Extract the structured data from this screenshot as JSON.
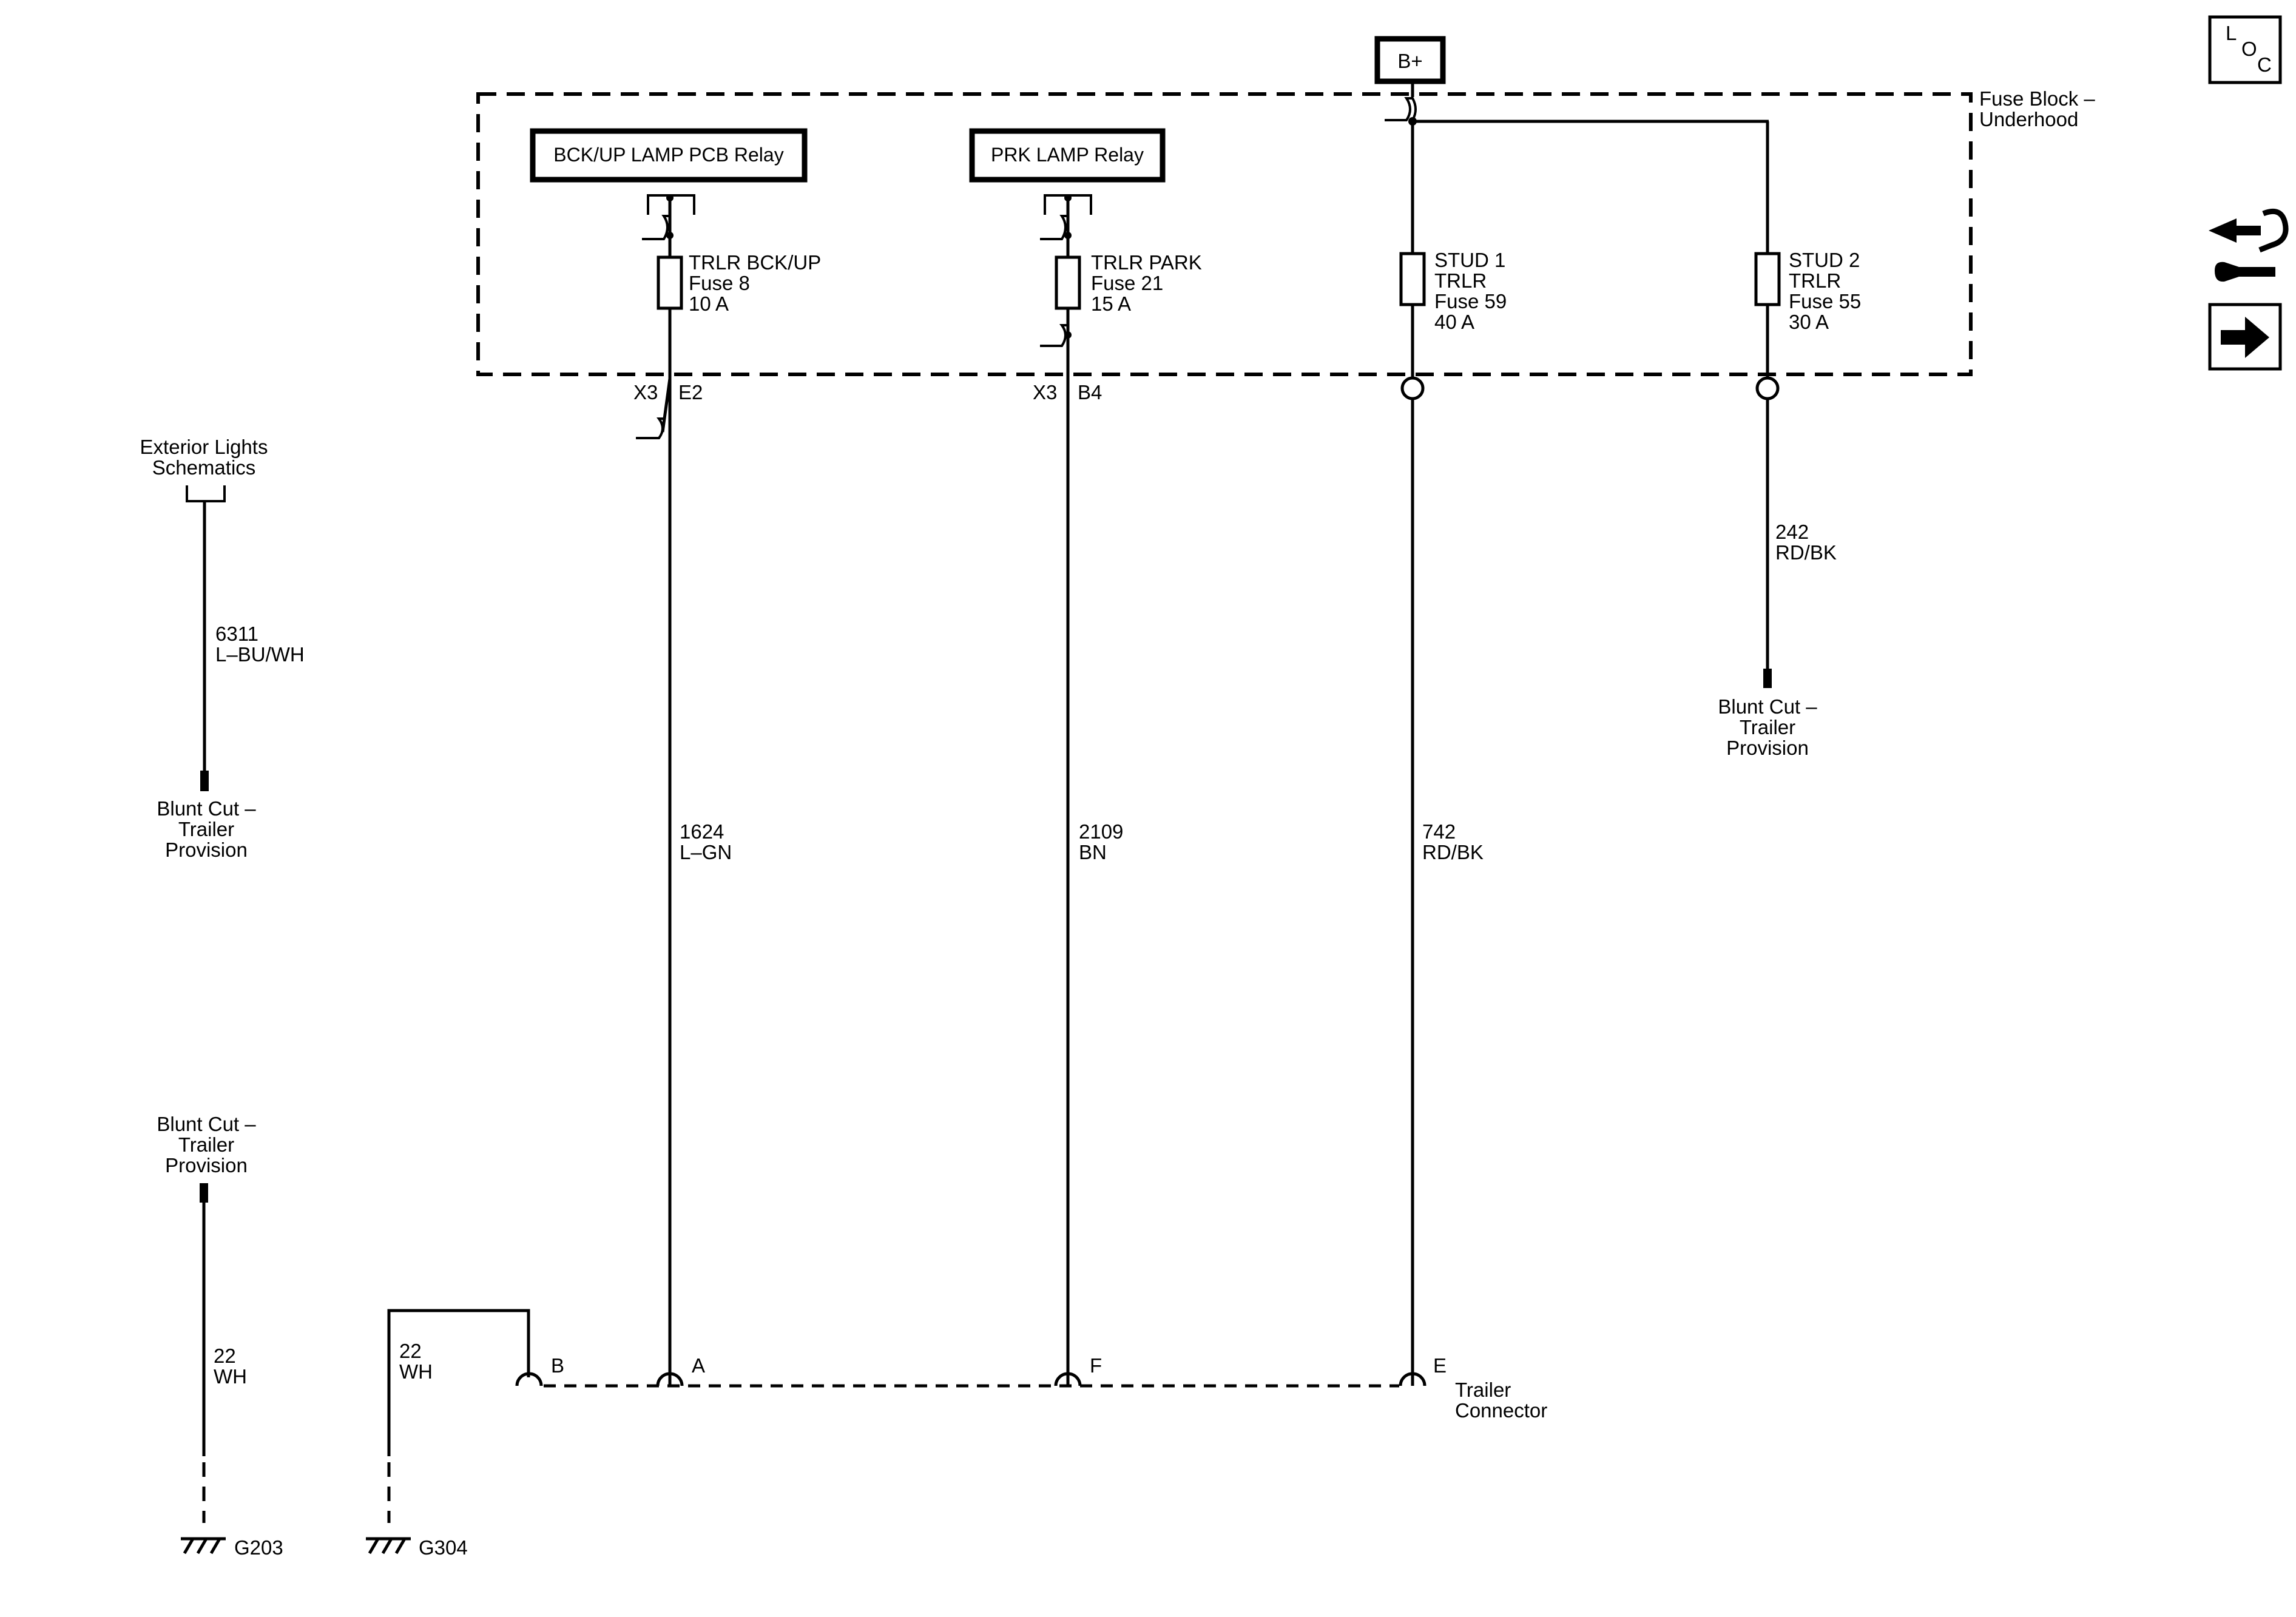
{
  "fuse_block": {
    "name_line1": "Fuse Block –",
    "name_line2": "Underhood"
  },
  "power": {
    "label": "B+"
  },
  "relays": {
    "bckup": "BCK/UP LAMP PCB Relay",
    "prk": "PRK LAMP Relay"
  },
  "fuses": {
    "trlr_bckup": {
      "line1": "TRLR BCK/UP",
      "line2": "Fuse 8",
      "line3": "10 A"
    },
    "trlr_park": {
      "line1": "TRLR PARK",
      "line2": "Fuse 21",
      "line3": "15 A"
    },
    "stud1": {
      "line1": "STUD 1",
      "line2": "TRLR",
      "line3": "Fuse 59",
      "line4": "40 A"
    },
    "stud2": {
      "line1": "STUD 2",
      "line2": "TRLR",
      "line3": "Fuse 55",
      "line4": "30 A"
    }
  },
  "fuse_block_connectors": {
    "bckup_conn": "X3",
    "bckup_pin": "E2",
    "park_conn": "X3",
    "park_pin": "B4"
  },
  "wires": {
    "w6311": {
      "circuit": "6311",
      "color": "L–BU/WH"
    },
    "w1624": {
      "circuit": "1624",
      "color": "L–GN"
    },
    "w2109": {
      "circuit": "2109",
      "color": "BN"
    },
    "w742": {
      "circuit": "742",
      "color": "RD/BK"
    },
    "w242": {
      "circuit": "242",
      "color": "RD/BK"
    },
    "w22a": {
      "circuit": "22",
      "color": "WH"
    },
    "w22b": {
      "circuit": "22",
      "color": "WH"
    }
  },
  "references": {
    "exterior_lights_line1": "Exterior Lights",
    "exterior_lights_line2": "Schematics"
  },
  "blunt_cut": {
    "line1": "Blunt Cut –",
    "line2": "Trailer",
    "line3": "Provision"
  },
  "trailer_connector": {
    "line1": "Trailer",
    "line2": "Connector",
    "pin_b": "B",
    "pin_a": "A",
    "pin_f": "F",
    "pin_e": "E"
  },
  "grounds": {
    "g203": "G203",
    "g304": "G304"
  },
  "side_icons": {
    "loc_l": "L",
    "loc_o": "O",
    "loc_c": "C",
    "icons": [
      "loc-icon",
      "service-tools-icon",
      "next-arrow-icon"
    ]
  }
}
